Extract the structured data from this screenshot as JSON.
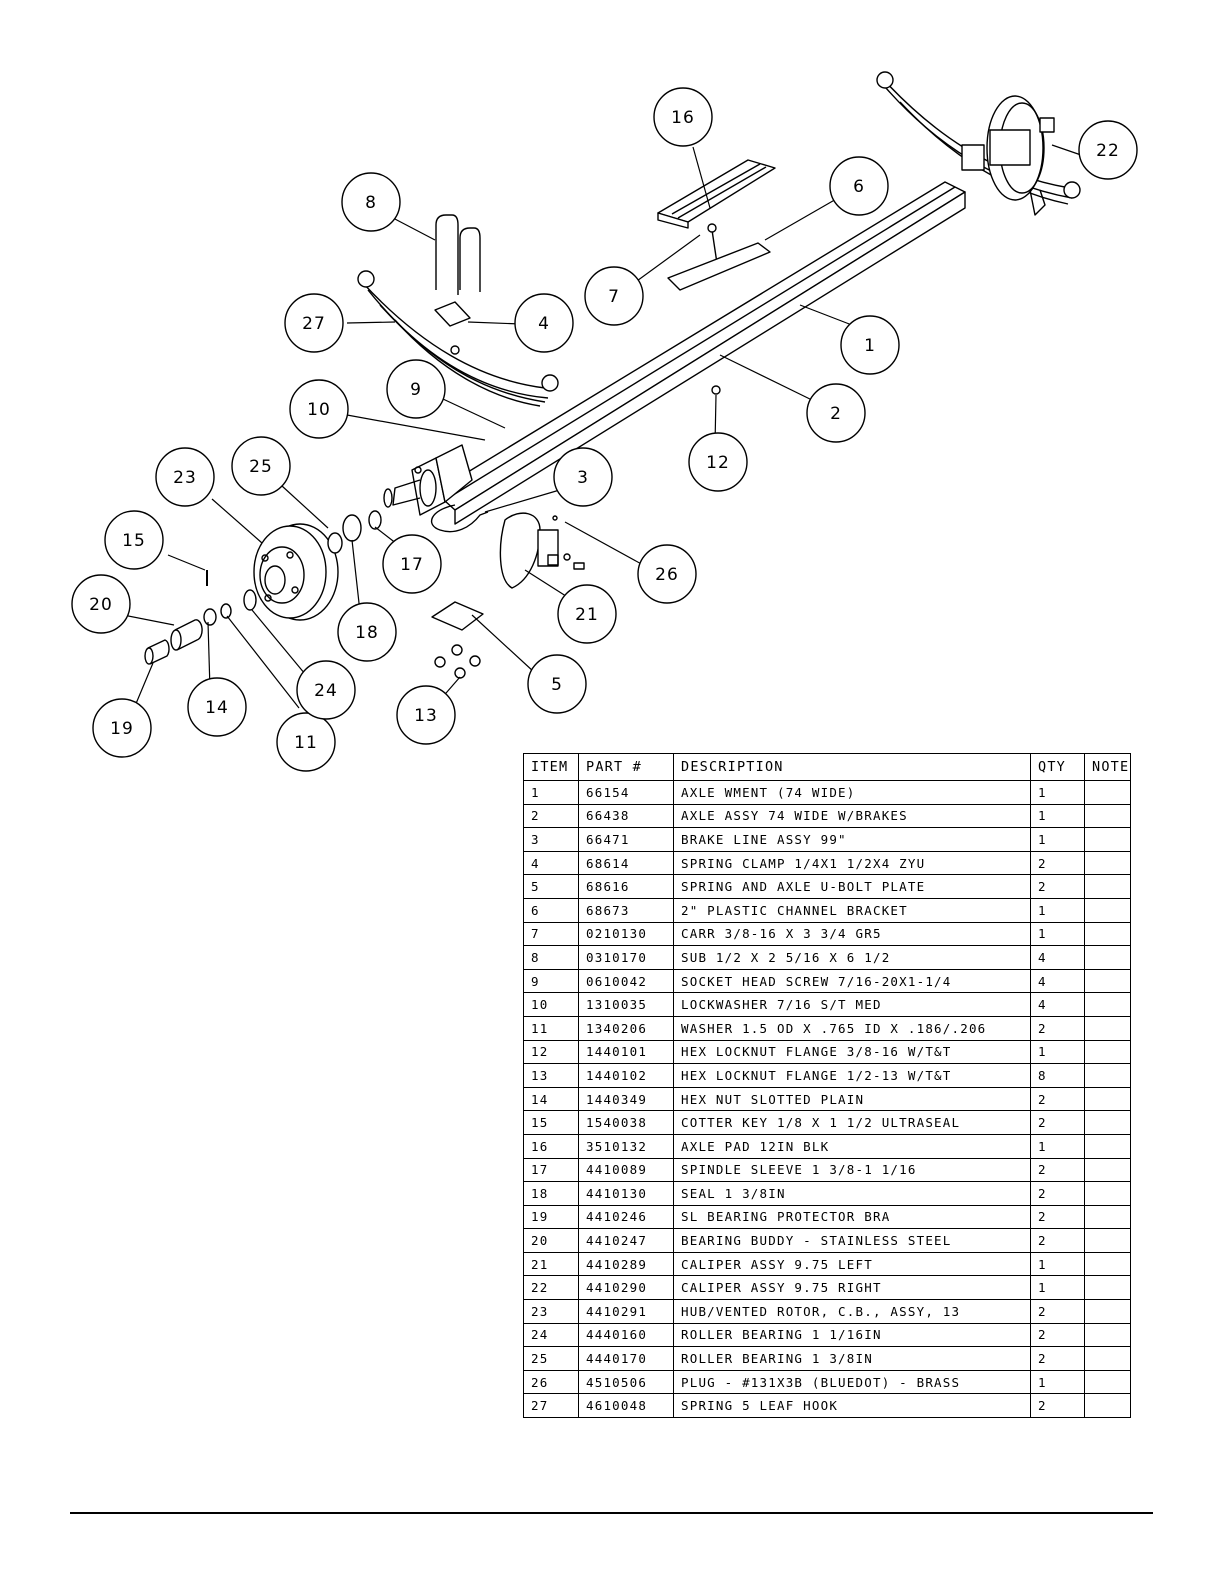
{
  "callouts": [
    "1",
    "2",
    "3",
    "4",
    "5",
    "6",
    "7",
    "8",
    "9",
    "10",
    "11",
    "12",
    "13",
    "14",
    "15",
    "16",
    "17",
    "18",
    "19",
    "20",
    "21",
    "22",
    "23",
    "24",
    "25",
    "26",
    "27"
  ],
  "table": {
    "headers": {
      "item": "ITEM",
      "part": "PART #",
      "description": "DESCRIPTION",
      "qty": "QTY",
      "note": "NOTE"
    },
    "rows": [
      {
        "item": "1",
        "part": "66154",
        "description": "AXLE WMENT (74 WIDE)",
        "qty": "1",
        "note": ""
      },
      {
        "item": "2",
        "part": "66438",
        "description": "AXLE ASSY 74 WIDE W/BRAKES",
        "qty": "1",
        "note": ""
      },
      {
        "item": "3",
        "part": "66471",
        "description": "BRAKE LINE ASSY 99\"",
        "qty": "1",
        "note": ""
      },
      {
        "item": "4",
        "part": "68614",
        "description": "SPRING CLAMP  1/4X1 1/2X4  ZYU",
        "qty": "2",
        "note": ""
      },
      {
        "item": "5",
        "part": "68616",
        "description": "SPRING AND AXLE U-BOLT PLATE",
        "qty": "2",
        "note": ""
      },
      {
        "item": "6",
        "part": "68673",
        "description": "2\" PLASTIC CHANNEL BRACKET",
        "qty": "1",
        "note": ""
      },
      {
        "item": "7",
        "part": "0210130",
        "description": "CARR 3/8-16 X 3 3/4 GR5",
        "qty": "1",
        "note": ""
      },
      {
        "item": "8",
        "part": "0310170",
        "description": "SUB 1/2 X 2 5/16 X 6 1/2",
        "qty": "4",
        "note": ""
      },
      {
        "item": "9",
        "part": "0610042",
        "description": "SOCKET HEAD SCREW 7/16-20X1-1/4",
        "qty": "4",
        "note": ""
      },
      {
        "item": "10",
        "part": "1310035",
        "description": "LOCKWASHER 7/16 S/T MED",
        "qty": "4",
        "note": ""
      },
      {
        "item": "11",
        "part": "1340206",
        "description": "WASHER 1.5 OD X .765 ID X .186/.206",
        "qty": "2",
        "note": ""
      },
      {
        "item": "12",
        "part": "1440101",
        "description": "HEX LOCKNUT FLANGE 3/8-16 W/T&T",
        "qty": "1",
        "note": ""
      },
      {
        "item": "13",
        "part": "1440102",
        "description": "HEX LOCKNUT FLANGE 1/2-13 W/T&T",
        "qty": "8",
        "note": ""
      },
      {
        "item": "14",
        "part": "1440349",
        "description": "HEX NUT SLOTTED PLAIN",
        "qty": "2",
        "note": ""
      },
      {
        "item": "15",
        "part": "1540038",
        "description": "COTTER KEY 1/8 X 1 1/2 ULTRASEAL",
        "qty": "2",
        "note": ""
      },
      {
        "item": "16",
        "part": "3510132",
        "description": "AXLE PAD 12IN  BLK",
        "qty": "1",
        "note": ""
      },
      {
        "item": "17",
        "part": "4410089",
        "description": "SPINDLE SLEEVE  1 3/8-1 1/16",
        "qty": "2",
        "note": ""
      },
      {
        "item": "18",
        "part": "4410130",
        "description": "SEAL  1 3/8IN",
        "qty": "2",
        "note": ""
      },
      {
        "item": "19",
        "part": "4410246",
        "description": "SL BEARING PROTECTOR BRA",
        "qty": "2",
        "note": ""
      },
      {
        "item": "20",
        "part": "4410247",
        "description": "BEARING BUDDY - STAINLESS STEEL",
        "qty": "2",
        "note": ""
      },
      {
        "item": "21",
        "part": "4410289",
        "description": "CALIPER ASSY 9.75 LEFT",
        "qty": "1",
        "note": ""
      },
      {
        "item": "22",
        "part": "4410290",
        "description": "CALIPER ASSY 9.75 RIGHT",
        "qty": "1",
        "note": ""
      },
      {
        "item": "23",
        "part": "4410291",
        "description": "HUB/VENTED ROTOR, C.B., ASSY, 13",
        "qty": "2",
        "note": ""
      },
      {
        "item": "24",
        "part": "4440160",
        "description": "ROLLER BEARING   1 1/16IN",
        "qty": "2",
        "note": ""
      },
      {
        "item": "25",
        "part": "4440170",
        "description": "ROLLER BEARING   1 3/8IN",
        "qty": "2",
        "note": ""
      },
      {
        "item": "26",
        "part": "4510506",
        "description": "PLUG - #131X3B (BLUEDOT) - BRASS",
        "qty": "1",
        "note": ""
      },
      {
        "item": "27",
        "part": "4610048",
        "description": "SPRING  5 LEAF HOOK",
        "qty": "2",
        "note": ""
      }
    ]
  }
}
